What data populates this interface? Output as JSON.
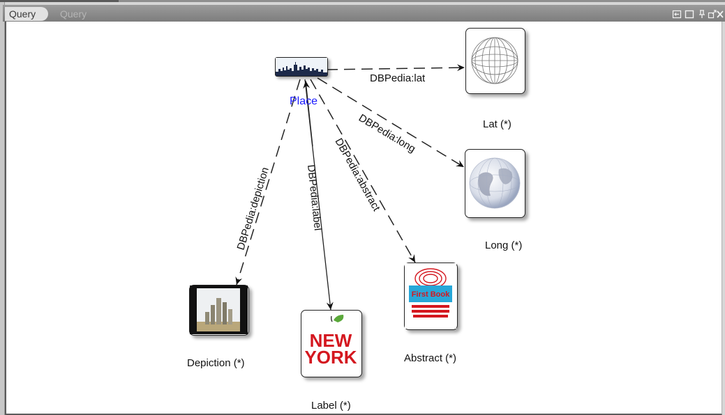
{
  "panel": {
    "active_tab": "Query",
    "inactive_tab": "Query",
    "window_icons": [
      "restore-icon",
      "maximize-icon",
      "pin-icon",
      "popout-icon",
      "close-icon"
    ]
  },
  "graph": {
    "center": {
      "label": "Place",
      "color": "#1a1aff"
    },
    "nodes": {
      "lat": "Lat (*)",
      "long": "Long (*)",
      "depiction": "Depiction (*)",
      "label": "Label (*)",
      "abstract": "Abstract (*)"
    },
    "edges": {
      "lat": "DBPedia:lat",
      "long": "DBPedia:long",
      "depiction": "DBPedia:depiction",
      "label": "DBPedia:label",
      "abstract": "DBPedia:abstract"
    },
    "images": {
      "label_text_top": "NEW",
      "label_text_bottom": "YORK",
      "abstract_text": "First Book"
    }
  }
}
